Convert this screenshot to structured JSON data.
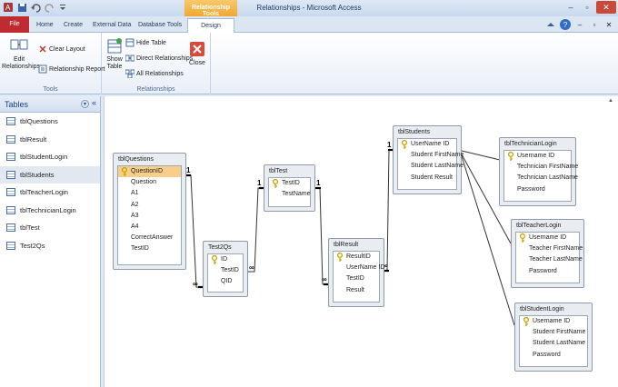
{
  "window": {
    "title": "Relationships - Microsoft Access",
    "context_tab": "Relationship Tools"
  },
  "tabs": [
    "File",
    "Home",
    "Create",
    "External Data",
    "Database Tools",
    "Design"
  ],
  "ribbon": {
    "tools": {
      "label": "Tools",
      "edit": "Edit Relationships",
      "clear": "Clear Layout",
      "report": "Relationship Report"
    },
    "relationships": {
      "label": "Relationships",
      "show": "Show Table",
      "hide": "Hide Table",
      "direct": "Direct Relationships",
      "all": "All Relationships",
      "close": "Close"
    }
  },
  "nav": {
    "title": "Tables",
    "items": [
      "tblQuestions",
      "tblResult",
      "tblStudentLogin",
      "tblStudents",
      "tblTeacherLogin",
      "tblTechnicianLogin",
      "tblTest",
      "Test2Qs"
    ],
    "selected": "tblStudents"
  },
  "tables": {
    "tblQuestions": {
      "title": "tblQuestions",
      "fields": [
        "QuestionID",
        "Question",
        "A1",
        "A2",
        "A3",
        "A4",
        "CorrectAnswer",
        "TestID"
      ]
    },
    "test2qs": {
      "title": "Test2Qs",
      "fields": [
        "ID",
        "TestID",
        "QID"
      ]
    },
    "tblTest": {
      "title": "tblTest",
      "fields": [
        "TestID",
        "TestName"
      ]
    },
    "tblResult": {
      "title": "tblResult",
      "fields": [
        "ResultID",
        "UserName ID",
        "TestID",
        "Result"
      ]
    },
    "tblStudents": {
      "title": "tblStudents",
      "fields": [
        "UserName ID",
        "Student FirstName",
        "Student LastName",
        "Student Result"
      ]
    },
    "tblTechnicianLogin": {
      "title": "tblTechnicianLogin",
      "fields": [
        "Username ID",
        "Technician FirstName",
        "Technician LastName",
        "Password"
      ]
    },
    "tblTeacherLogin": {
      "title": "tblTeacherLogin",
      "fields": [
        "Username ID",
        "Teacher FirstName",
        "Teacher LastName",
        "Password"
      ]
    },
    "tblStudentLogin": {
      "title": "tblStudentLogin",
      "fields": [
        "Username ID",
        "Student FirstName",
        "Student LastName",
        "Password"
      ]
    }
  },
  "cardinality": {
    "one": "1",
    "many": "∞"
  },
  "colors": {
    "file_tab": "#c02b32",
    "context_tab": "#f0a830",
    "selected_field": "#f7cf8a"
  },
  "icons": [
    "save-icon",
    "undo-icon",
    "redo-icon",
    "help-icon",
    "key-icon",
    "table-icon"
  ]
}
